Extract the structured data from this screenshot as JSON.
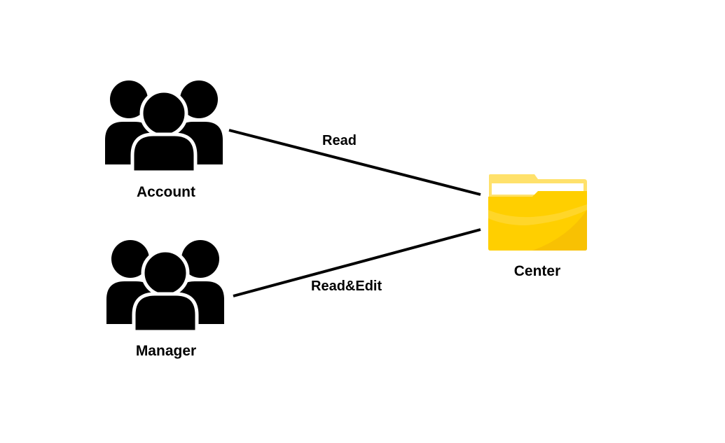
{
  "nodes": {
    "account": {
      "label": "Account",
      "icon": "user-group-icon"
    },
    "manager": {
      "label": "Manager",
      "icon": "user-group-icon"
    },
    "center": {
      "label": "Center",
      "icon": "folder-icon"
    }
  },
  "edges": [
    {
      "from": "account",
      "to": "center",
      "label": "Read"
    },
    {
      "from": "manager",
      "to": "center",
      "label": "Read&Edit"
    }
  ],
  "colors": {
    "icon": "#000000",
    "line": "#000000",
    "folder_body": "#FFCF00",
    "folder_back": "#FFE16B",
    "folder_highlight": "#FFD83A",
    "folder_shadow": "#F2B705",
    "folder_paper": "#FFFFFF"
  }
}
